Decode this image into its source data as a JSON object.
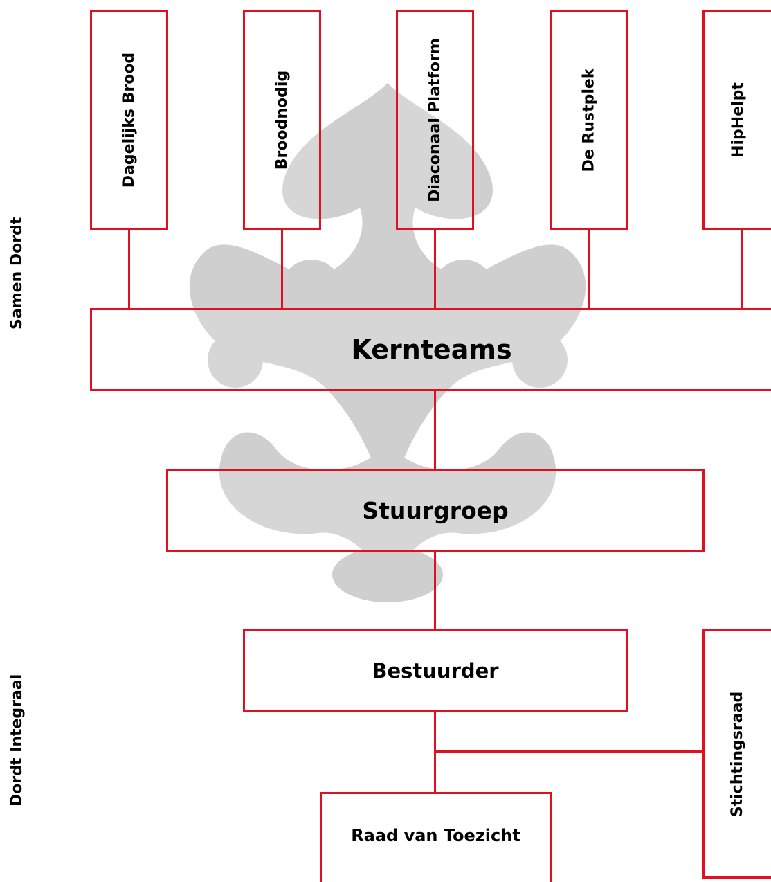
{
  "colors": {
    "accent": "#e01020",
    "watermark": "#cccccc"
  },
  "watermark_icon": "ornamental-emblem-icon",
  "section_labels": {
    "top": "Samen Dordt",
    "bottom": "Dordt Integraal"
  },
  "kernteam_members": [
    "Dagelijks Brood",
    "Broodnodig",
    "Diaconaal Platform",
    "De Rustplek",
    "HipHelpt"
  ],
  "nodes": {
    "kernteams": "Kernteams",
    "stuurgroep": "Stuurgroep",
    "bestuurder": "Bestuurder",
    "raad": "Raad van Toezicht",
    "stichtingsraad": "Stichtingsraad"
  }
}
